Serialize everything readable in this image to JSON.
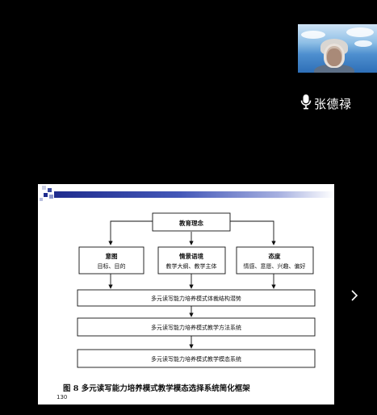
{
  "participant": {
    "name": "张德禄"
  },
  "slide": {
    "figure": {
      "top_box": "教育理念",
      "columns": [
        {
          "title": "意图",
          "detail": "目标、目的"
        },
        {
          "title": "情景语境",
          "detail": "教学大纲、教学主体"
        },
        {
          "title": "态度",
          "detail": "情感、意愿、兴趣、偏好"
        }
      ],
      "rows": [
        "多元读写能力培养模式体裁结构潜势",
        "多元读写能力培养模式教学方法系统",
        "多元读写能力培养模式教学模态系统"
      ]
    },
    "caption": "图 8  多元读写能力培养模式教学模态选择系统简化框架",
    "page_number": "130"
  },
  "colors": {
    "background": "#000000",
    "slide_background": "#ffffff",
    "title_bar_dark": "#1f2c8e",
    "text_light": "#ffffff"
  }
}
